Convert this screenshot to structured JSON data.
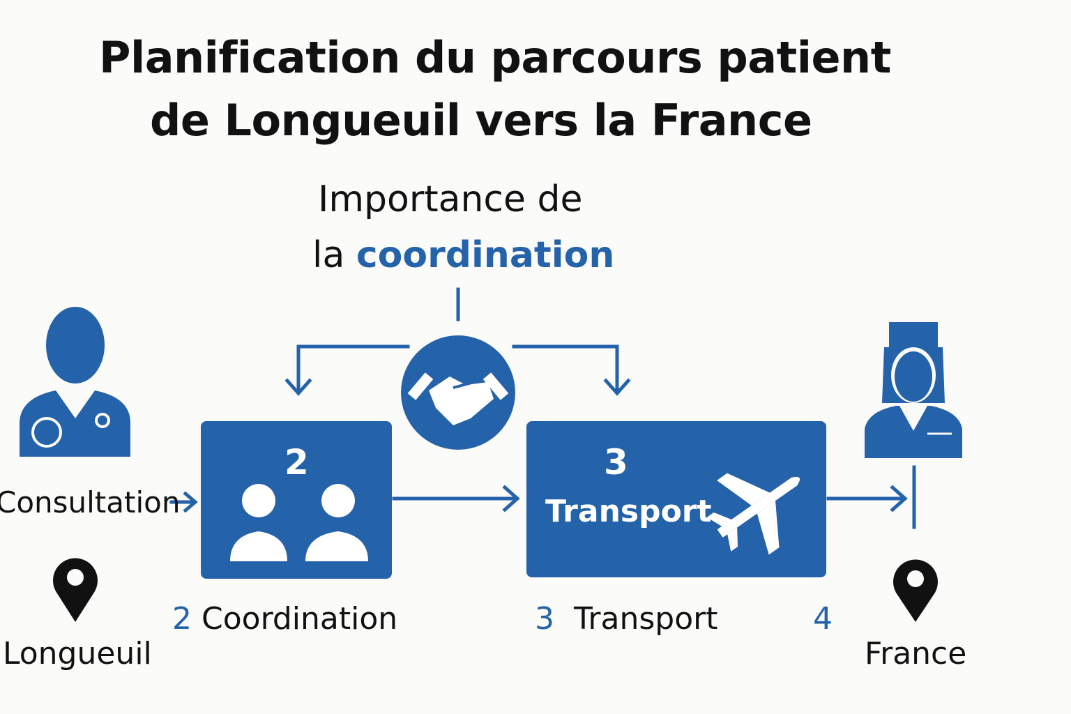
{
  "title": {
    "line1": "Planification du parcours patient",
    "line2": "de Longueuil vers la France"
  },
  "subtitle": {
    "line1": "Importance de",
    "line2_prefix": "la ",
    "line2_highlight": "coordination"
  },
  "colors": {
    "accent": "#2462aa",
    "text": "#111111",
    "background": "#fbfbf9"
  },
  "steps": [
    {
      "label": "Consultation",
      "icon": "doctor-icon",
      "location": "Longueuil",
      "location_icon": "map-pin-icon"
    },
    {
      "box_number": "2",
      "number": "2",
      "label": "Coordination",
      "icon": "coordinators-headset-icon"
    },
    {
      "box_number": "3",
      "box_label": "Transport",
      "number": "3",
      "label": "Transport",
      "icon": "airplane-icon"
    },
    {
      "number": "4",
      "icon": "nurse-icon",
      "location": "France",
      "location_icon": "map-pin-icon"
    }
  ],
  "hub_icon": "handshake-icon"
}
